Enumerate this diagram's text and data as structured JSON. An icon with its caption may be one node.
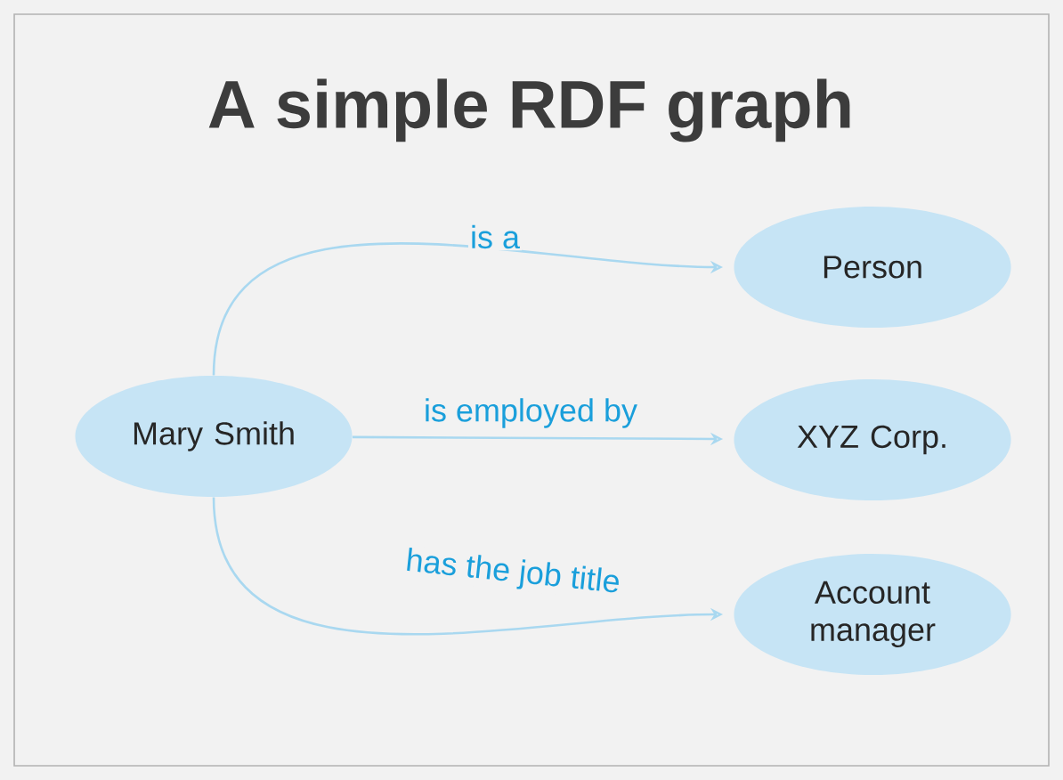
{
  "diagram": {
    "title": "A simple RDF graph",
    "nodes": [
      {
        "text": [
          "Mary Smith"
        ]
      },
      {
        "text": [
          "Person"
        ]
      },
      {
        "text": [
          "XYZ Corp."
        ]
      },
      {
        "text": [
          "Account manager"
        ]
      }
    ],
    "edges": [
      {
        "from": 0,
        "to": 1,
        "arrow": "to",
        "label": "is a"
      },
      {
        "from": 0,
        "to": 2,
        "arrow": "to",
        "label": "is employed by"
      },
      {
        "from": 0,
        "to": 3,
        "arrow": "to",
        "label": "has the job title"
      }
    ]
  }
}
